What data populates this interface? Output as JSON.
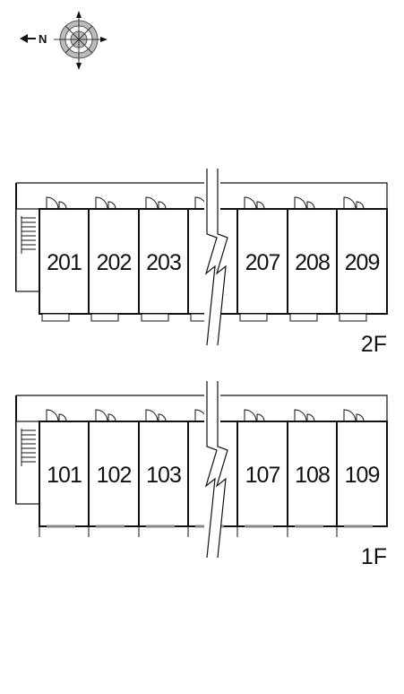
{
  "compass": {
    "north_label": "N",
    "icon": "compass-icon"
  },
  "floors": [
    {
      "floor_label": "2F",
      "rooms_left": [
        "201",
        "202",
        "203"
      ],
      "rooms_right": [
        "207",
        "208",
        "209"
      ]
    },
    {
      "floor_label": "1F",
      "rooms_left": [
        "101",
        "102",
        "103"
      ],
      "rooms_right": [
        "107",
        "108",
        "109"
      ]
    }
  ],
  "colors": {
    "line": "#111111",
    "corridor": "#ffffff",
    "fill": "#ffffff"
  }
}
